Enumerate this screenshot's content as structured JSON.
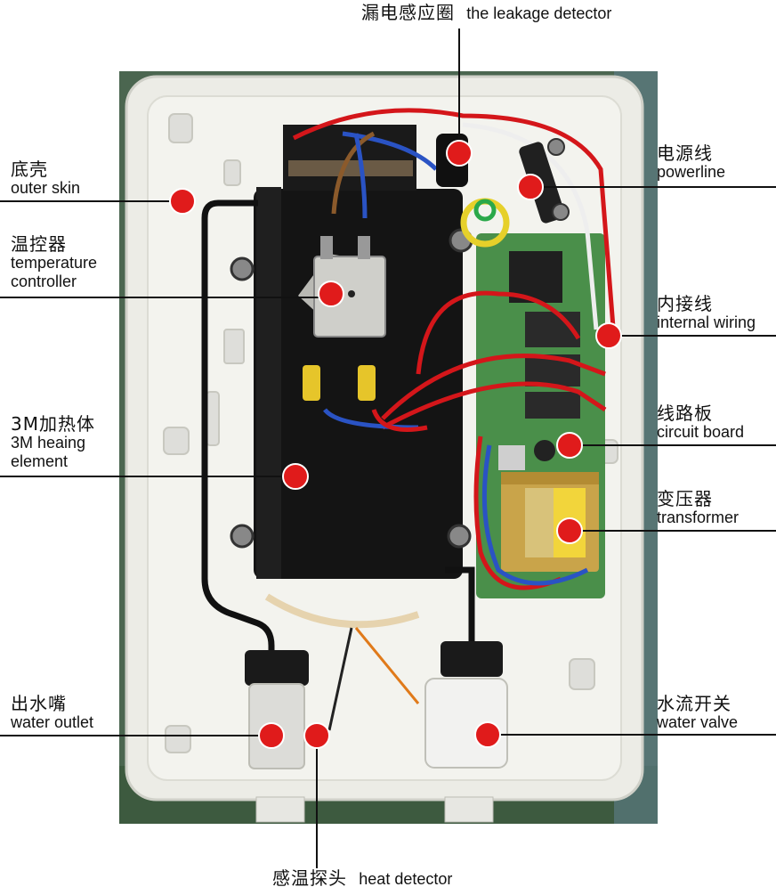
{
  "labels": {
    "leakage_detector": {
      "zh": "漏电感应圈",
      "en": "the leakage detector"
    },
    "outer_skin": {
      "zh": "底壳",
      "en": "outer skin"
    },
    "temperature_controller": {
      "zh": "温控器",
      "en_1": "temperature",
      "en_2": "controller"
    },
    "heating_element": {
      "zh": "3M加热体",
      "en_1": "3M heaing",
      "en_2": "element"
    },
    "water_outlet": {
      "zh": "出水嘴",
      "en": "water outlet"
    },
    "power_line": {
      "zh": "电源线",
      "en": "powerline"
    },
    "internal_wiring": {
      "zh": "内接线",
      "en": "internal wiring"
    },
    "circuit_board": {
      "zh": "线路板",
      "en": "circuit board"
    },
    "transformer": {
      "zh": "变压器",
      "en": "transformer"
    },
    "water_valve": {
      "zh": "水流开关",
      "en": "water valve"
    },
    "heat_detector": {
      "zh": "感温探头",
      "en": "heat detector"
    }
  },
  "colors": {
    "marker": "#e01b1b",
    "housing": "#ecece6",
    "heater_body": "#141414",
    "circuit_board": "#4a8f4a",
    "wire_red": "#d4161a",
    "wire_blue": "#2a53c4",
    "background_green": "#3f5f42"
  }
}
